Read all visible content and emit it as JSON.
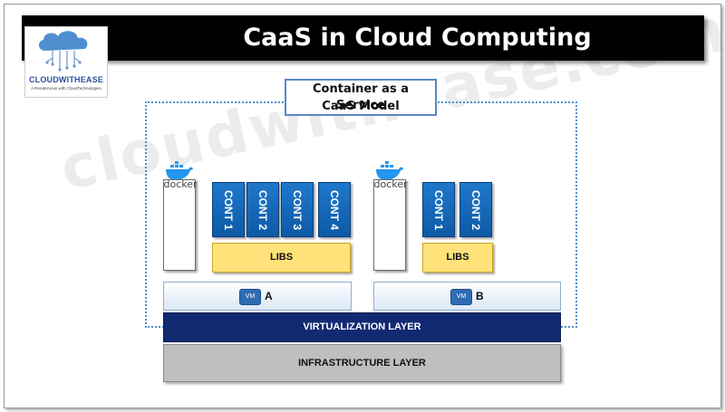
{
  "title": "CaaS in Cloud Computing",
  "logo": {
    "name": "CLOUDWITHEASE",
    "tagline": "A Rendezvous with CloudTechnologies"
  },
  "caption": {
    "line1": "Container as a Service",
    "line2": "CaaS Model"
  },
  "docker_label": "docker",
  "containers_a": [
    "CONT 1",
    "CONT 2",
    "CONT 3",
    "CONT 4"
  ],
  "containers_b": [
    "CONT 1",
    "CONT 2"
  ],
  "libs_label": "LIBS",
  "vm_badge": "VM",
  "vm_a_label": "A",
  "vm_b_label": "B",
  "virtualization_layer": "VIRTUALIZATION LAYER",
  "infrastructure_layer": "INFRASTRUCTURE LAYER",
  "watermark": "cloudwithease.com",
  "colors": {
    "container_blue": "#1f78cc",
    "libs_yellow": "#ffe27a",
    "virtualization_navy": "#122a72",
    "infrastructure_gray": "#c0bebe",
    "dashed_border": "#4f8fcf"
  }
}
